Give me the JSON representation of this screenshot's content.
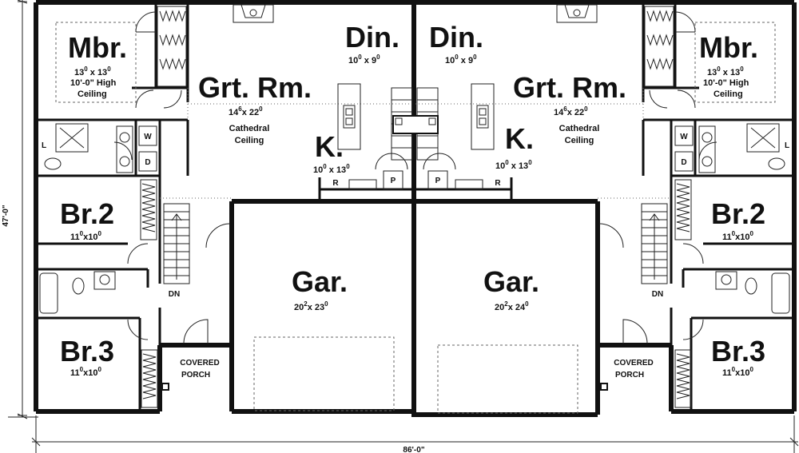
{
  "overall": {
    "width_label": "86'-0\"",
    "depth_label": "47'-0\""
  },
  "left_unit": {
    "mbr": {
      "name": "Mbr.",
      "dim_a": "13",
      "dim_a_sup": "0",
      "dim_b": "13",
      "dim_b_sup": "0",
      "note1": "10'-0\" High",
      "note2": "Ceiling"
    },
    "din": {
      "name": "Din.",
      "dim_a": "10",
      "dim_a_sup": "0",
      "dim_b": "9",
      "dim_b_sup": "0"
    },
    "grt": {
      "name": "Grt. Rm.",
      "dim_a": "14",
      "dim_a_sup": "6",
      "dim_b": "22",
      "dim_b_sup": "0",
      "note1": "Cathedral",
      "note2": "Ceiling"
    },
    "kit": {
      "name": "K.",
      "dim_a": "10",
      "dim_a_sup": "0",
      "dim_b": "13",
      "dim_b_sup": "0"
    },
    "br2": {
      "name": "Br.2",
      "dim_a": "11",
      "dim_a_sup": "0",
      "dim_b": "10",
      "dim_b_sup": "0"
    },
    "br3": {
      "name": "Br.3",
      "dim_a": "11",
      "dim_a_sup": "0",
      "dim_b": "10",
      "dim_b_sup": "0"
    },
    "gar": {
      "name": "Gar.",
      "dim_a": "20",
      "dim_a_sup": "2",
      "dim_b": "23",
      "dim_b_sup": "0"
    },
    "porch1": "COVERED",
    "porch2": "PORCH",
    "stair": "DN",
    "laundry_w": "W",
    "laundry_d": "D",
    "linen": "L",
    "fridge": "R",
    "pantry": "P"
  },
  "right_unit": {
    "mbr": {
      "name": "Mbr.",
      "dim_a": "13",
      "dim_a_sup": "0",
      "dim_b": "13",
      "dim_b_sup": "0",
      "note1": "10'-0\" High",
      "note2": "Ceiling"
    },
    "din": {
      "name": "Din.",
      "dim_a": "10",
      "dim_a_sup": "0",
      "dim_b": "9",
      "dim_b_sup": "0"
    },
    "grt": {
      "name": "Grt. Rm.",
      "dim_a": "14",
      "dim_a_sup": "6",
      "dim_b": "22",
      "dim_b_sup": "0",
      "note1": "Cathedral",
      "note2": "Ceiling"
    },
    "kit": {
      "name": "K.",
      "dim_a": "10",
      "dim_a_sup": "0",
      "dim_b": "13",
      "dim_b_sup": "0"
    },
    "br2": {
      "name": "Br.2",
      "dim_a": "11",
      "dim_a_sup": "0",
      "dim_b": "10",
      "dim_b_sup": "0"
    },
    "br3": {
      "name": "Br.3",
      "dim_a": "11",
      "dim_a_sup": "0",
      "dim_b": "10",
      "dim_b_sup": "0"
    },
    "gar": {
      "name": "Gar.",
      "dim_a": "20",
      "dim_a_sup": "2",
      "dim_b": "24",
      "dim_b_sup": "0"
    },
    "porch1": "COVERED",
    "porch2": "PORCH",
    "stair": "DN",
    "laundry_w": "W",
    "laundry_d": "D",
    "linen": "L",
    "fridge": "R",
    "pantry": "P"
  }
}
